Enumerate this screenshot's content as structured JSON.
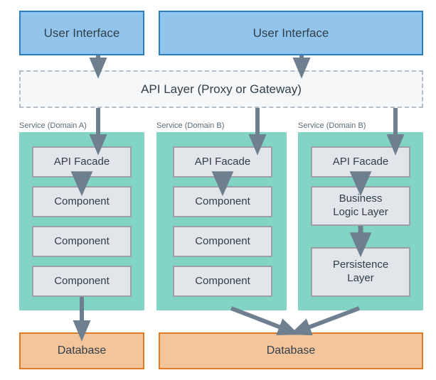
{
  "diagram": {
    "title": "Microservices API architecture diagram",
    "colors": {
      "ui_fill": "#93c5ec",
      "ui_border": "#2a7fc4",
      "api_layer_fill": "#f5f7f9",
      "api_layer_border": "#b4bec8",
      "service_fill": "#82d4c4",
      "component_fill": "#e2e5ea",
      "component_border": "#9aa0a6",
      "database_fill": "#f4c49b",
      "database_border": "#e07b26",
      "arrow": "#6e808f",
      "text": "#31404b",
      "label_text": "#5b6b76",
      "background": "#ffffff"
    }
  },
  "ui_boxes": [
    {
      "label": "User Interface"
    },
    {
      "label": "User Interface"
    }
  ],
  "api_layer": {
    "label": "API Layer (Proxy or Gateway)"
  },
  "services": [
    {
      "label": "Service (Domain A)",
      "components": [
        {
          "label": "API Facade",
          "lines": [
            "API Facade"
          ]
        },
        {
          "label": "Component",
          "lines": [
            "Component"
          ]
        },
        {
          "label": "Component",
          "lines": [
            "Component"
          ]
        },
        {
          "label": "Component",
          "lines": [
            "Component"
          ]
        }
      ]
    },
    {
      "label": "Service (Domain B)",
      "components": [
        {
          "label": "API Facade",
          "lines": [
            "API Facade"
          ]
        },
        {
          "label": "Component",
          "lines": [
            "Component"
          ]
        },
        {
          "label": "Component",
          "lines": [
            "Component"
          ]
        },
        {
          "label": "Component",
          "lines": [
            "Component"
          ]
        }
      ]
    },
    {
      "label": "Service (Domain B)",
      "components": [
        {
          "label": "API Facade",
          "lines": [
            "API Facade"
          ]
        },
        {
          "label": "Business Logic Layer",
          "lines": [
            "Business",
            "Logic Layer"
          ]
        },
        {
          "label": "Persistence Layer",
          "lines": [
            "Persistence",
            "Layer"
          ]
        }
      ]
    }
  ],
  "databases": [
    {
      "label": "Database"
    },
    {
      "label": "Database"
    }
  ]
}
